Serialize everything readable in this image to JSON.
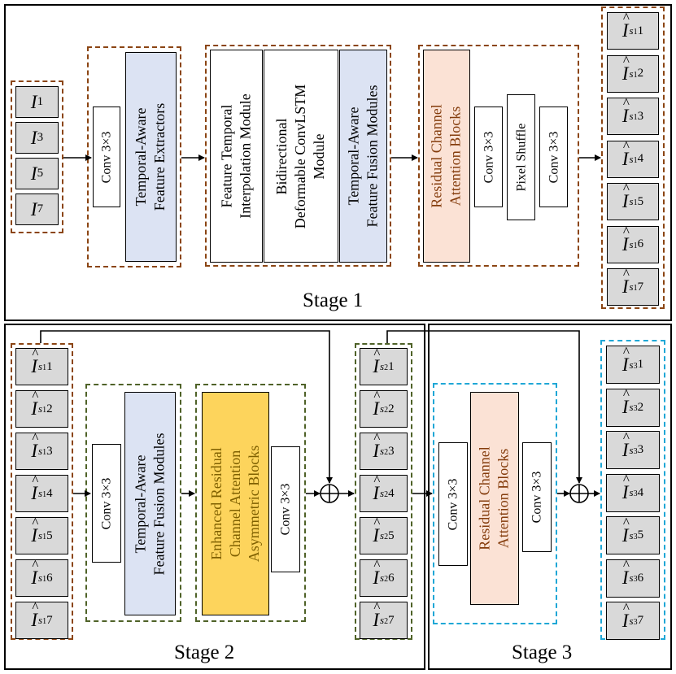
{
  "inputs": [
    {
      "base": "I",
      "sub": "1"
    },
    {
      "base": "I",
      "sub": "3"
    },
    {
      "base": "I",
      "sub": "5"
    },
    {
      "base": "I",
      "sub": "7"
    }
  ],
  "outputs_s1": [
    {
      "base": "I",
      "sub": "1",
      "sup": "s",
      "supsub": "1"
    },
    {
      "base": "I",
      "sub": "2",
      "sup": "s",
      "supsub": "1"
    },
    {
      "base": "I",
      "sub": "3",
      "sup": "s",
      "supsub": "1"
    },
    {
      "base": "I",
      "sub": "4",
      "sup": "s",
      "supsub": "1"
    },
    {
      "base": "I",
      "sub": "5",
      "sup": "s",
      "supsub": "1"
    },
    {
      "base": "I",
      "sub": "6",
      "sup": "s",
      "supsub": "1"
    },
    {
      "base": "I",
      "sub": "7",
      "sup": "s",
      "supsub": "1"
    }
  ],
  "outputs_s2": [
    {
      "base": "I",
      "sub": "1",
      "sup": "s",
      "supsub": "2"
    },
    {
      "base": "I",
      "sub": "2",
      "sup": "s",
      "supsub": "2"
    },
    {
      "base": "I",
      "sub": "3",
      "sup": "s",
      "supsub": "2"
    },
    {
      "base": "I",
      "sub": "4",
      "sup": "s",
      "supsub": "2"
    },
    {
      "base": "I",
      "sub": "5",
      "sup": "s",
      "supsub": "2"
    },
    {
      "base": "I",
      "sub": "6",
      "sup": "s",
      "supsub": "2"
    },
    {
      "base": "I",
      "sub": "7",
      "sup": "s",
      "supsub": "2"
    }
  ],
  "outputs_s3": [
    {
      "base": "I",
      "sub": "1",
      "sup": "s",
      "supsub": "3"
    },
    {
      "base": "I",
      "sub": "2",
      "sup": "s",
      "supsub": "3"
    },
    {
      "base": "I",
      "sub": "3",
      "sup": "s",
      "supsub": "3"
    },
    {
      "base": "I",
      "sub": "4",
      "sup": "s",
      "supsub": "3"
    },
    {
      "base": "I",
      "sub": "5",
      "sup": "s",
      "supsub": "3"
    },
    {
      "base": "I",
      "sub": "6",
      "sup": "s",
      "supsub": "3"
    },
    {
      "base": "I",
      "sub": "7",
      "sup": "s",
      "supsub": "3"
    }
  ],
  "stage1": {
    "label": "Stage 1",
    "conv_a": "Conv 3×3",
    "tafe": "Temporal-Aware\nFeature Extractors",
    "ftim": "Feature Temporal\nInterpolation Module",
    "bdcl": "Bidirectional\nDeformable ConvLSTM\nModule",
    "taff": "Temporal-Aware\nFeature Fusion Modules",
    "rcab": "Residual Channel\nAttention Blocks",
    "conv_b": "Conv 3×3",
    "pixel_shuffle": "Pixel Shuffle",
    "conv_c": "Conv 3×3"
  },
  "stage2": {
    "label": "Stage 2",
    "conv_a": "Conv 3×3",
    "taff": "Temporal-Aware\nFeature Fusion Modules",
    "ercaab": "Enhanced Residual\nChannel Attention\nAsymmetric Blocks",
    "conv_b": "Conv 3×3"
  },
  "stage3": {
    "label": "Stage 3",
    "conv_a": "Conv 3×3",
    "rcab": "Residual Channel\nAttention Blocks",
    "conv_b": "Conv 3×3"
  },
  "colors": {
    "brown_dash": "#8b4513",
    "green_dash": "#4f6228",
    "cyan_dash": "#1fa7d6",
    "blue_block": "#dce3f3",
    "peach_block": "#fbe2d5",
    "gold_block": "#fdd45c",
    "frame_cell": "#d9d9d9"
  },
  "icons": [
    "arrow",
    "circle-plus-icon"
  ]
}
